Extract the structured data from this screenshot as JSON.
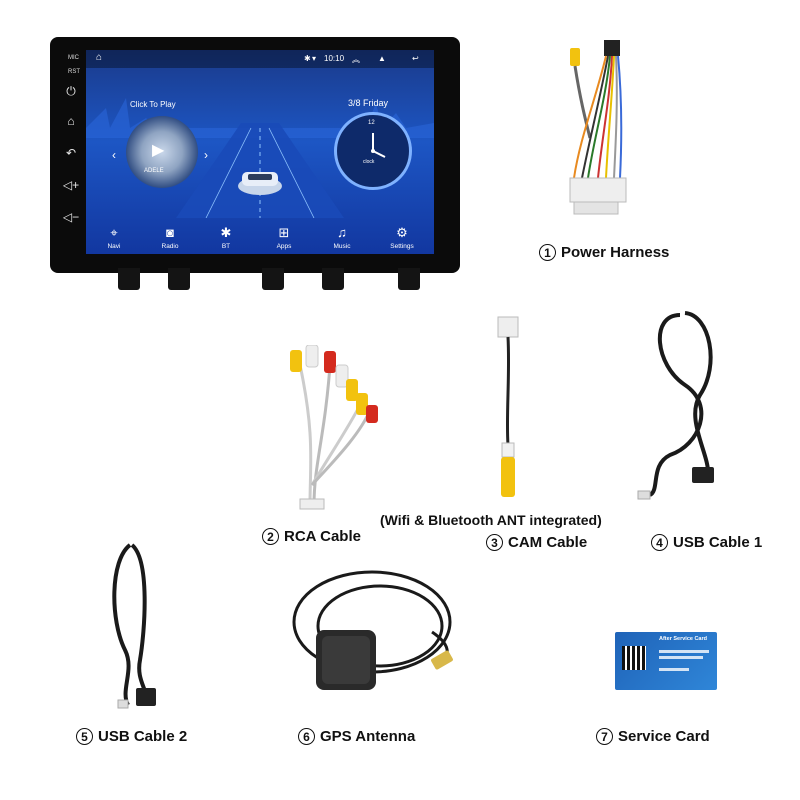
{
  "head_unit": {
    "side_labels": [
      "MIC",
      "RST"
    ],
    "status_time": "10:10",
    "click_to_play": "Click To Play",
    "date_text": "3/8 Friday",
    "album_text": "ADELE",
    "clock_text": "clock",
    "clock_num": "12",
    "apps": [
      {
        "label": "Navi",
        "icon": "location-pin-icon"
      },
      {
        "label": "Radio",
        "icon": "radio-icon"
      },
      {
        "label": "BT",
        "icon": "bluetooth-icon"
      },
      {
        "label": "Apps",
        "icon": "apps-grid-icon"
      },
      {
        "label": "Music",
        "icon": "music-note-icon"
      },
      {
        "label": "Settings",
        "icon": "gear-icon"
      }
    ]
  },
  "items": [
    {
      "num": "1",
      "label": "Power Harness"
    },
    {
      "num": "2",
      "label": "RCA Cable"
    },
    {
      "num": "3",
      "label": "CAM Cable"
    },
    {
      "num": "4",
      "label": "USB Cable 1"
    },
    {
      "num": "5",
      "label": "USB Cable 2"
    },
    {
      "num": "6",
      "label": "GPS Antenna"
    },
    {
      "num": "7",
      "label": "Service Card"
    }
  ],
  "wifi_note": "(Wifi & Bluetooth ANT integrated)",
  "service_card": {
    "title": "After Service Card"
  },
  "colors": {
    "cable": "#1a1a1a",
    "rca_red": "#d42a1e",
    "rca_yellow": "#f2c20f",
    "rca_white": "#eeeeee",
    "screen_blue": "#1d56c4"
  }
}
